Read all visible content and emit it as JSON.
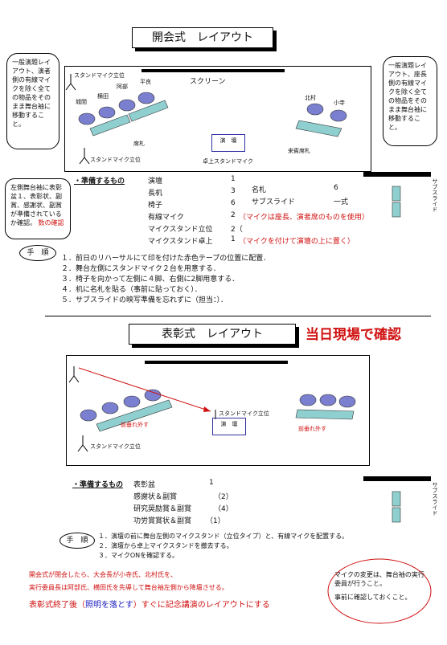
{
  "open": {
    "title": "開会式　レイアウト",
    "bubble_left": "一般演題レイアウト、演者側の有線マイクを除く全ての物品をそのまま舞台袖に移動すること。",
    "bubble_right": "一般演題レイアウト、座長側の有線マイクを除く全ての物品をそのまま舞台袖に移動すること。",
    "bubble_low_text": "左側舞台袖に表彰盆１、表彰状、副賞、感謝状、副賞が準備されているか確認。",
    "bubble_low_red": "数の確認",
    "screen": "スクリーン",
    "stand_mic_top": "スタンドマイク立位",
    "stand_mic_bottom": "スタンドマイク立位",
    "names": [
      "城間",
      "横田",
      "阿部",
      "平良",
      "北村",
      "小寺"
    ],
    "seat_label_left": "席札",
    "seat_label_right": "来賓席札",
    "podium": "演　壇",
    "table_mic": "卓上スタンドマイク",
    "prep_heading": "・準備するもの",
    "prep_items": [
      {
        "name": "演壇",
        "qty": "1"
      },
      {
        "name": "長机",
        "qty": "3"
      },
      {
        "name": "椅子",
        "qty": "6"
      },
      {
        "name": "有線マイク",
        "qty": "2"
      },
      {
        "name": "マイクスタンド立位",
        "qty": "2（"
      },
      {
        "name": "マイクスタンド卓上",
        "qty": "1"
      }
    ],
    "prep_note_mic": "（マイクは座長、演者席のものを使用）",
    "prep_note_table": "（マイクを付けて演壇の上に置く）",
    "prep_right": [
      {
        "name": "名札",
        "qty": "6"
      },
      {
        "name": "サブスライド",
        "qty": "一式"
      }
    ],
    "side_label": "サブスライド",
    "steps_label": "手　順",
    "steps": [
      "１．前日のリハーサルにて印を付けた赤色テープの位置に配置．",
      "２．舞台左側にスタンドマイク２台を用意する．",
      "３．椅子を向かって左側に４脚、右側に2脚用意する．",
      "４．机に名札を貼る（事前に貼っておく）．",
      "５．サブスライドの映写準備を忘れずに（担当：）．"
    ]
  },
  "award": {
    "title": "表彰式　レイアウト",
    "onsite": "当日現場で確認",
    "stand_mic_mid": "スタンドマイク立位",
    "stand_mic_bottom": "スタンドマイク立位",
    "drape_left": "前垂れ外す",
    "drape_right": "前垂れ外す",
    "podium": "演　壇",
    "prep_heading": "・準備するもの",
    "prep_items": [
      {
        "name": "表彰盆",
        "qty": "1"
      },
      {
        "name": "感謝状＆副賞",
        "qty": "（2）"
      },
      {
        "name": "研究奨励賞＆副賞",
        "qty": "（4）"
      },
      {
        "name": "功労賞賞状＆副賞",
        "qty": "（1）"
      }
    ],
    "side_label": "サブスライド",
    "steps_label": "手　順",
    "steps": [
      "１．演壇の前に舞台左側のマイクスタンド（立位タイプ）と、有線マイクを配置する。",
      "２．演壇から卓上マイクスタンドを撤去する。",
      "３．マイクONを確認する。"
    ],
    "bubble": "マイクの変更は、舞台袖の実行委員が行うこと。",
    "bubble2": "事前に確認しておくこと。",
    "red_line1": "開会式が閉会したら、大会長が小寺氏、北村氏を、",
    "red_line2": "実行委員長は阿部氏、横田氏を先導して舞台袖左側から降壇させる。",
    "final_a": "表彰式終了後（",
    "final_b": "照明を落とす",
    "final_c": "）すぐに記念講演のレイアウトにする"
  },
  "colors": {
    "red": "#d01010",
    "blue": "#2020c0",
    "chair": "#7a7fd0",
    "table": "#8fcfcf"
  }
}
